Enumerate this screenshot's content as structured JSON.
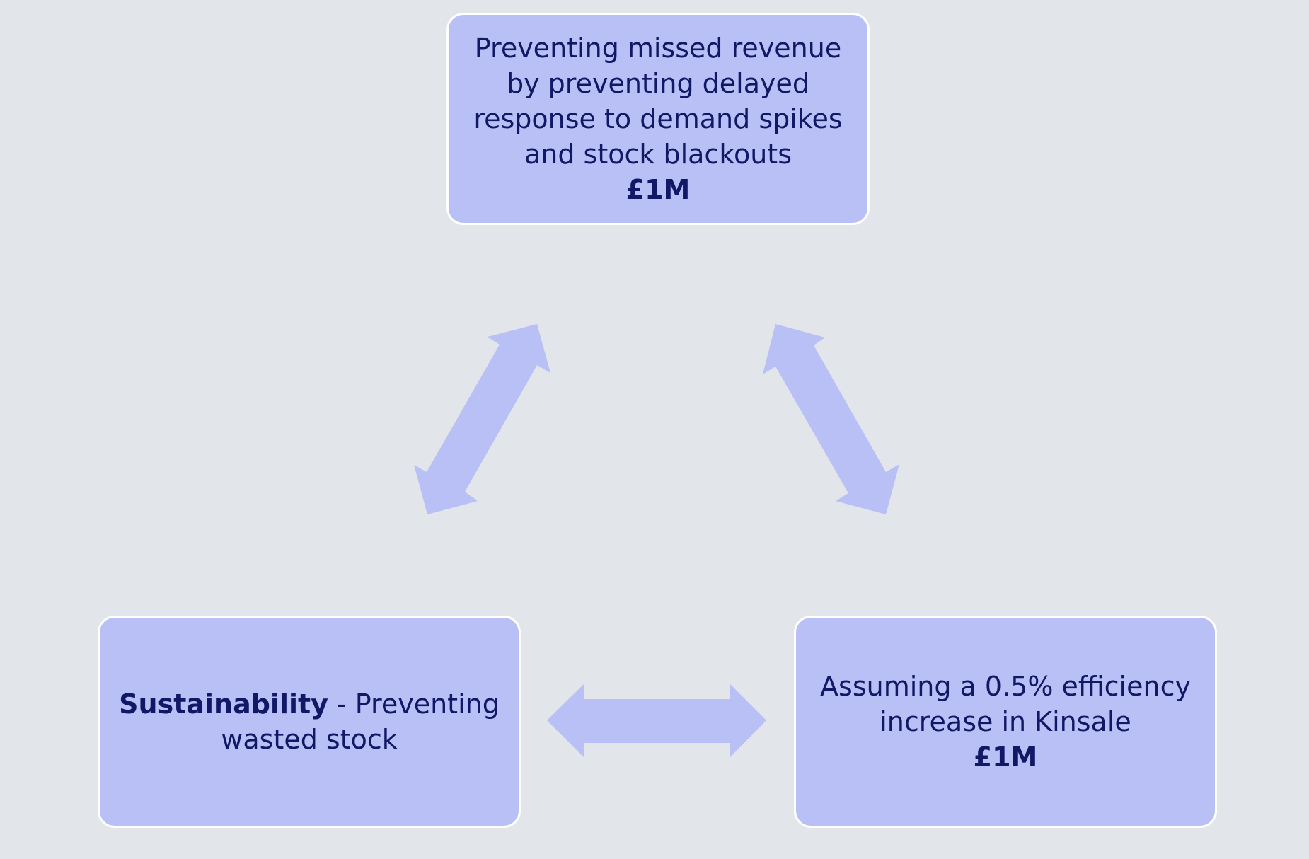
{
  "nodes": {
    "top": {
      "lines": [
        "Preventing missed revenue",
        "by preventing delayed",
        "response to demand spikes",
        "and stock blackouts"
      ],
      "value": "£1M"
    },
    "left": {
      "bold": "Sustainability",
      "rest_line1": " - Preventing",
      "line2": "wasted stock"
    },
    "right": {
      "lines": [
        "Assuming a 0.5% efficiency",
        "increase in Kinsale"
      ],
      "value": "£1M"
    }
  },
  "colors": {
    "background": "#e2e5ea",
    "box_fill": "#b9c0f6",
    "box_border": "#ffffff",
    "arrow_fill": "#b9c0f6",
    "text": "#111866"
  }
}
